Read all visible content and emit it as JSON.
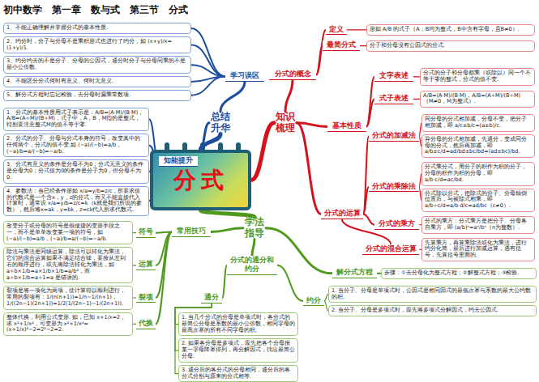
{
  "diagram": {
    "title": "初中数学　第一章　数与式　第三节　分式",
    "nodes": [
      {
        "text": [
          "分式"
        ]
      },
      {
        "text": [
          "总结升华"
        ]
      },
      {
        "text": [
          "学习误区"
        ]
      },
      {
        "text": [
          "1、不能正确理解并掌握分式的基本性质."
        ]
      },
      {
        "text": [
          "2、约分时，分子与分母不是乘积形式也进行了约分，如 (x+y)/x=(1+y)/1."
        ]
      },
      {
        "text": [
          "3、约分约去的不是分子、分母的公因式，通分时分子与分母同乘的不是最小公倍数."
        ]
      },
      {
        "text": [
          "4、不能区分分式何时有意义、何时无意义."
        ]
      },
      {
        "text": [
          "5、解分式方程时忘记检验，去分母时漏乘常数项."
        ]
      },
      {
        "text": [
          "知能提升"
        ]
      },
      {
        "text": [
          "1、分式的基本性质用式子表示是：A/B=(A·M)/(B·M)，A/B=(A÷M)/(B÷M)，式子中，A，B，M指的是整式，特别要注意整式M的值不等于零."
        ]
      },
      {
        "text": [
          "2、分式的分子、分母与分式本身的符号，改变其中的任何两个，分式的值不变.如 (−a)/(−b)=a/b，(−a)/b=a/(−b)=−a/b."
        ]
      },
      {
        "text": [
          "3、分式有意义的条件是分母不为0；分式无意义的条件是分母为0；分式值为0的条件是分子为0，但分母不为0."
        ]
      },
      {
        "text": [
          "4、参数法：当已经条件形如 x/a=y/b=z/c，所要求值的代数式是一个含x，y，z的分式，而又不能直接代入计算时，通常设 x/a=y/b=z/c=k（k就是我们所说的参数），然后将x=ak，y=bk，z=ck代入所求代数式."
        ]
      },
      {
        "text": [
          "知识梳理"
        ]
      },
      {
        "text": [
          "分式的概念"
        ]
      },
      {
        "text": [
          "定义"
        ]
      },
      {
        "text": [
          "形如 A/B 的式子（A，B均为整式，B中含有字母，且B≠0）."
        ]
      },
      {
        "text": [
          "最简分式"
        ]
      },
      {
        "text": [
          "分子和分母没有公因式的分式."
        ]
      },
      {
        "text": [
          "基本性质"
        ]
      },
      {
        "text": [
          "文字表述"
        ]
      },
      {
        "text": [
          "分式的分子和分母都乘（或除以）同一个不等于零的整式，分式的值不变."
        ]
      },
      {
        "text": [
          "式子表述"
        ]
      },
      {
        "text": [
          "A/B=(A·M)/(B·M)，A/B=(A÷M)/(B÷M)（M≠0，M为整式）."
        ]
      },
      {
        "text": [
          "分式的运算"
        ]
      },
      {
        "text": [
          "分式的加减法"
        ]
      },
      {
        "text": [
          "同分母的分式相加减，分母不变，把分子相加减，即 a/c±b/c=(a±b)/c."
        ]
      },
      {
        "text": [
          "异分母的分式相加减，先通分，变成同分母的分式，然后再加减，即 a/b±c/d=ad/bd±bc/bd=(ad±bc)/bd."
        ]
      },
      {
        "text": [
          "分式的乘除法"
        ]
      },
      {
        "text": [
          "分式乘分式，用分子的积作为积的分子，分母的积作为积的分母，即 a/b·c/d=ac/bd."
        ]
      },
      {
        "text": [
          "分式除以分式，把除式的分子、分母颠倒位置后，与被除式相乘，即 a/b÷c/d=a/b·d/c=ad/bc（c≠0）."
        ]
      },
      {
        "text": [
          "分式的乘方"
        ]
      },
      {
        "text": [
          "分式的乘方：分式乘方是把分子、分母各自乘方，即 (a/b)ⁿ=aⁿ/bⁿ（n为整数）."
        ]
      },
      {
        "text": [
          "分式的混合运算"
        ]
      },
      {
        "text": [
          "先算乘方，再算乘除法或化为乘法，进行约分化简，最后进行加减运算，遇有括号，先算括号里面的."
        ]
      },
      {
        "text": [
          "学法指导"
        ]
      },
      {
        "text": [
          "常用技巧"
        ]
      },
      {
        "text": [
          "符号"
        ]
      },
      {
        "text": [
          "改变分子或分母的符号是很便捷的变形手段之一，而不是单单改变某一项的符号，如 (−a)/(−b)=a/b，(−a)/b=a/(−b)=−a/b."
        ]
      },
      {
        "text": [
          "运算"
        ]
      },
      {
        "text": [
          "除法与乘法是同级运算，除法可以转化为乘法，它们的混合运算如果不满足结合律，要按从左到右的顺序进行，或先将除法转化为乘法，如 a÷b×1/b=a×1/b×1/b=a/b²，而 a÷b×1/b=a÷1=a 是错误的."
        ]
      },
      {
        "text": [
          "裂项"
        ]
      },
      {
        "text": [
          "裂项是将一项化为两项，使计算得以顺利进行，常用的裂项有：1/(n(n+1))=1/n−1/(n+1)，1/((2n−1)(2n+1))=1/2(1/(2n−1)−1/(2n+1))."
        ]
      },
      {
        "text": [
          "代换"
        ]
      },
      {
        "text": [
          "整体代换，利用公式变形. 如，已知 x+1/x=2，求 x²+1/x²，可变形为 x²+1/x²=(x+1/x)²−2=2²−2=2."
        ]
      },
      {
        "text": [
          "分式的通分和约分"
        ]
      },
      {
        "text": [
          "通分"
        ]
      },
      {
        "text": [
          "1. 当几个分式的分母是单项式时，各分式的最简公分母是系数的最小公倍数，相同字母的最高次幂的所有不同字母的积."
        ]
      },
      {
        "text": [
          "2. 如果各分母是多项式，应先把各个分母按某一字母降幂排列，再分解因式，找出最简公分母."
        ]
      },
      {
        "text": [
          "3. 通分后的各分式的分母相同，通分后的各分式分别与原来的分式相等."
        ]
      },
      {
        "text": [
          "约分"
        ]
      },
      {
        "text": [
          "1. 当分子、分母是单项式时，公因式是相同因式的最低次幂与系数的最大公约数的积."
        ]
      },
      {
        "text": [
          "2. 当分子、分母是多项式时，应先将多项式分解因式，约去公因式."
        ]
      },
      {
        "text": [
          "解分式方程"
        ]
      },
      {
        "text": [
          "步骤：①去分母化为整式方程；②解整式方程；③检验."
        ]
      }
    ],
    "edges": [
      {
        "from": 0,
        "to": 1,
        "arrow": "none"
      },
      {
        "from": 1,
        "to": 2,
        "arrow": "none"
      },
      {
        "from": 2,
        "to": 3,
        "arrow": "none"
      },
      {
        "from": 2,
        "to": 4,
        "arrow": "none"
      },
      {
        "from": 2,
        "to": 5,
        "arrow": "none"
      },
      {
        "from": 2,
        "to": 6,
        "arrow": "none"
      },
      {
        "from": 2,
        "to": 7,
        "arrow": "none"
      },
      {
        "from": 1,
        "to": 8,
        "arrow": "none"
      },
      {
        "from": 8,
        "to": 9,
        "arrow": "none"
      },
      {
        "from": 8,
        "to": 10,
        "arrow": "none"
      },
      {
        "from": 8,
        "to": 11,
        "arrow": "none"
      },
      {
        "from": 8,
        "to": 12,
        "arrow": "none"
      },
      {
        "from": 0,
        "to": 13,
        "arrow": "none"
      },
      {
        "from": 13,
        "to": 14,
        "arrow": "none"
      },
      {
        "from": 14,
        "to": 15,
        "arrow": "none"
      },
      {
        "from": 15,
        "to": 16,
        "arrow": "none"
      },
      {
        "from": 14,
        "to": 17,
        "arrow": "none"
      },
      {
        "from": 17,
        "to": 18,
        "arrow": "none"
      },
      {
        "from": 13,
        "to": 19,
        "arrow": "none"
      },
      {
        "from": 19,
        "to": 20,
        "arrow": "none"
      },
      {
        "from": 20,
        "to": 21,
        "arrow": "none"
      },
      {
        "from": 19,
        "to": 22,
        "arrow": "none"
      },
      {
        "from": 22,
        "to": 23,
        "arrow": "none"
      },
      {
        "from": 13,
        "to": 24,
        "arrow": "none"
      },
      {
        "from": 24,
        "to": 25,
        "arrow": "none"
      },
      {
        "from": 25,
        "to": 26,
        "arrow": "none"
      },
      {
        "from": 25,
        "to": 27,
        "arrow": "none"
      },
      {
        "from": 24,
        "to": 28,
        "arrow": "none"
      },
      {
        "from": 28,
        "to": 29,
        "arrow": "none"
      },
      {
        "from": 28,
        "to": 30,
        "arrow": "none"
      },
      {
        "from": 24,
        "to": 31,
        "arrow": "none"
      },
      {
        "from": 31,
        "to": 32,
        "arrow": "none"
      },
      {
        "from": 24,
        "to": 33,
        "arrow": "none"
      },
      {
        "from": 33,
        "to": 34,
        "arrow": "none"
      },
      {
        "from": 0,
        "to": 35,
        "arrow": "none"
      },
      {
        "from": 35,
        "to": 36,
        "arrow": "none"
      },
      {
        "from": 36,
        "to": 37,
        "arrow": "none"
      },
      {
        "from": 37,
        "to": 38,
        "arrow": "none"
      },
      {
        "from": 36,
        "to": 39,
        "arrow": "none"
      },
      {
        "from": 39,
        "to": 40,
        "arrow": "none"
      },
      {
        "from": 36,
        "to": 41,
        "arrow": "none"
      },
      {
        "from": 41,
        "to": 42,
        "arrow": "none"
      },
      {
        "from": 36,
        "to": 43,
        "arrow": "none"
      },
      {
        "from": 43,
        "to": 44,
        "arrow": "none"
      },
      {
        "from": 35,
        "to": 45,
        "arrow": "none"
      },
      {
        "from": 45,
        "to": 46,
        "arrow": "none"
      },
      {
        "from": 46,
        "to": 47,
        "arrow": "none"
      },
      {
        "from": 46,
        "to": 48,
        "arrow": "none"
      },
      {
        "from": 46,
        "to": 49,
        "arrow": "none"
      },
      {
        "from": 45,
        "to": 50,
        "arrow": "none"
      },
      {
        "from": 50,
        "to": 51,
        "arrow": "none"
      },
      {
        "from": 50,
        "to": 52,
        "arrow": "none"
      },
      {
        "from": 35,
        "to": 53,
        "arrow": "none"
      },
      {
        "from": 53,
        "to": 54,
        "arrow": "none"
      }
    ]
  }
}
